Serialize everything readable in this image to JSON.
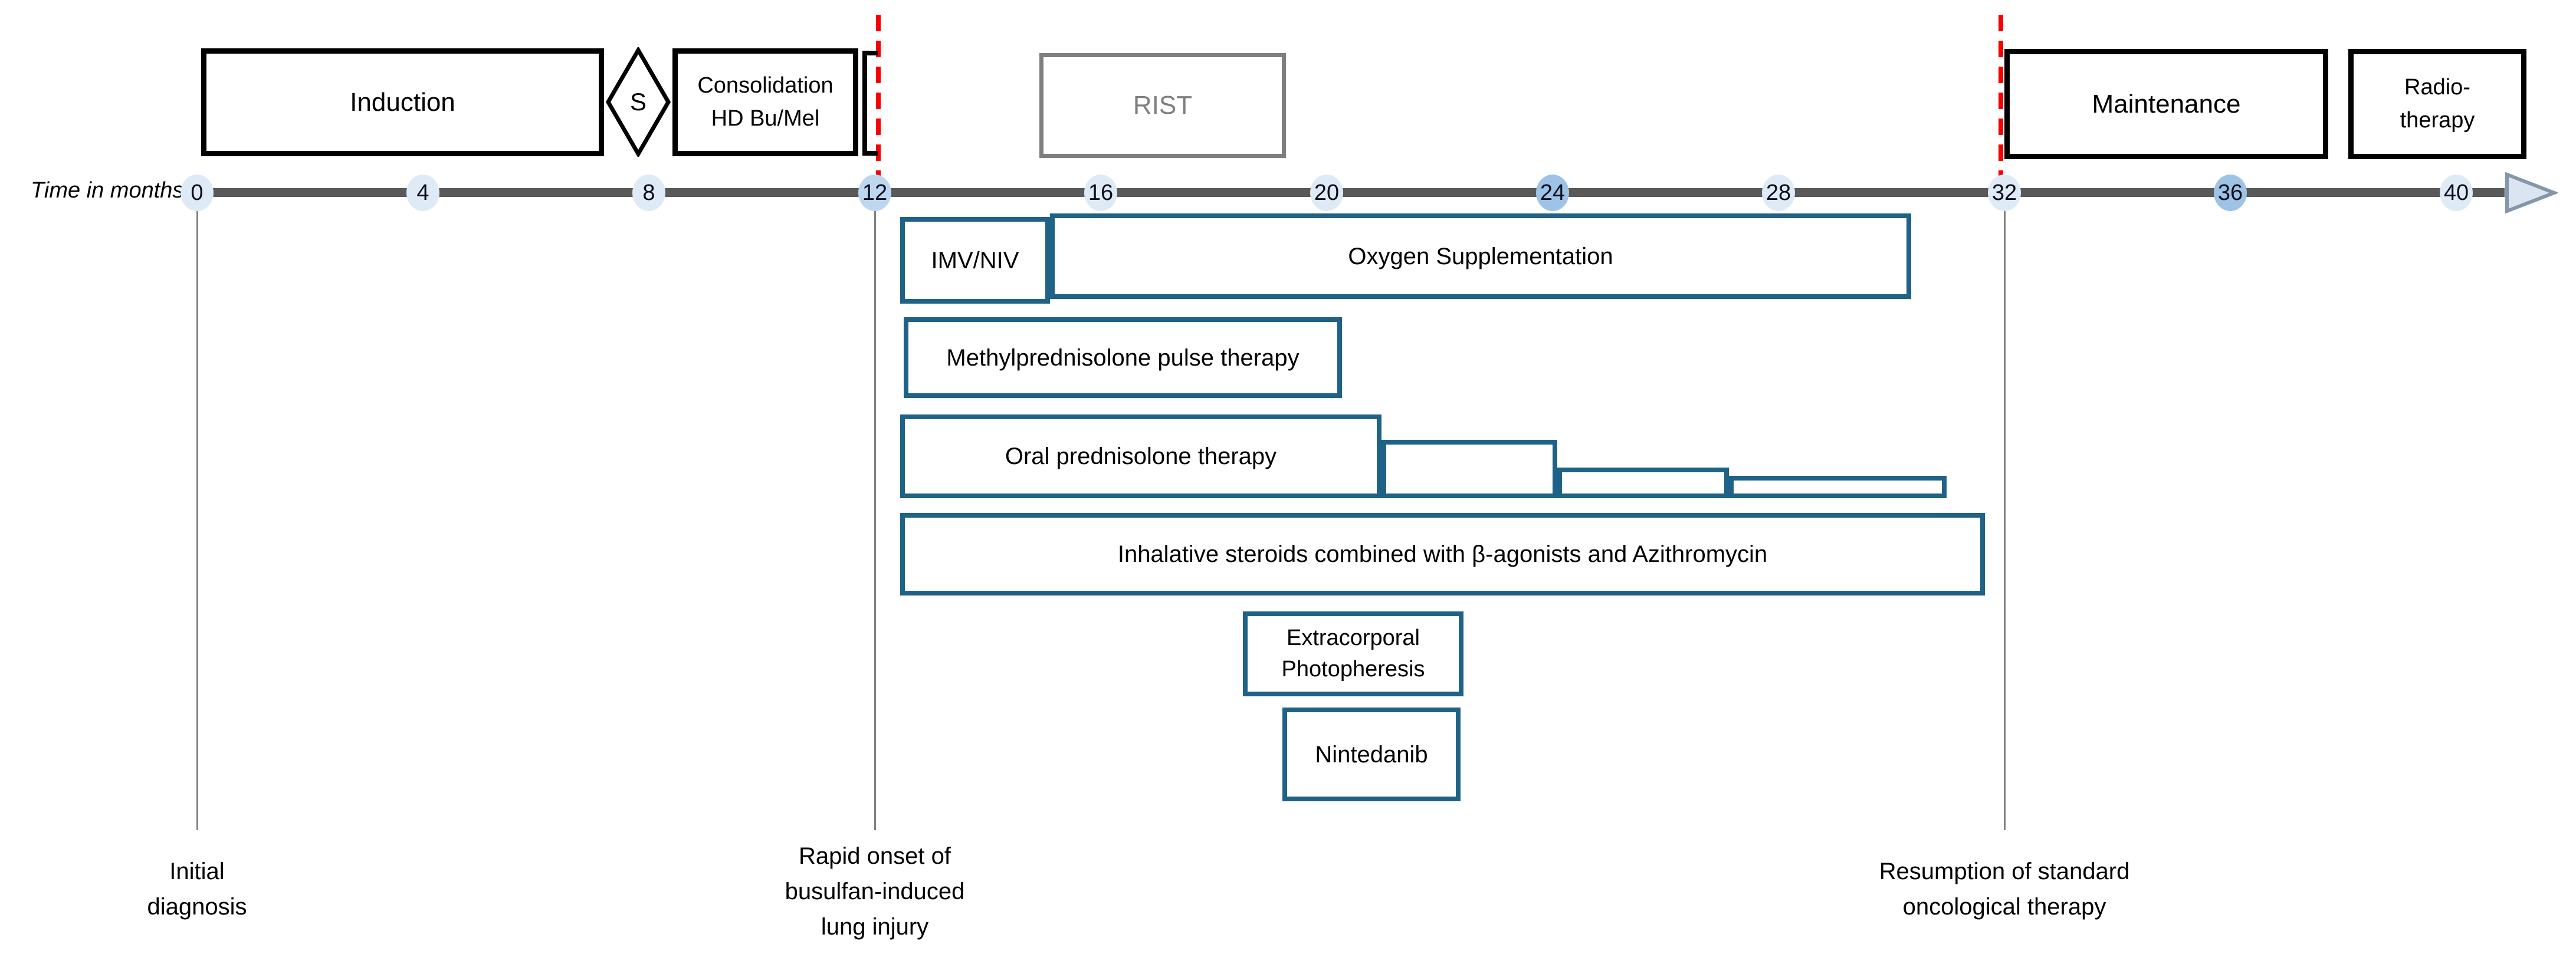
{
  "axis": {
    "label": "Time in months",
    "ticks": [
      {
        "value": "0",
        "color": "#DEEAF6"
      },
      {
        "value": "4",
        "color": "#DEEAF6"
      },
      {
        "value": "8",
        "color": "#DEEAF6"
      },
      {
        "value": "12",
        "color": "#BDD7EE"
      },
      {
        "value": "16",
        "color": "#DEEAF6"
      },
      {
        "value": "20",
        "color": "#DEEAF6"
      },
      {
        "value": "24",
        "color": "#9DC3E6"
      },
      {
        "value": "28",
        "color": "#DEEAF6"
      },
      {
        "value": "32",
        "color": "#DEEAF6"
      },
      {
        "value": "36",
        "color": "#9DC3E6"
      },
      {
        "value": "40",
        "color": "#DEEAF6"
      }
    ]
  },
  "phases": {
    "induction": "Induction",
    "surgery": "S",
    "consolidation": "Consolidation\nHD Bu/Mel",
    "rist": "RIST",
    "maintenance": "Maintenance",
    "radiotherapy": "Radio-\ntherapy"
  },
  "treatments": {
    "imv_niv": "IMV/NIV",
    "oxygen": "Oxygen Supplementation",
    "methylprednisolone": "Methylprednisolone pulse therapy",
    "oral_prednisolone": "Oral prednisolone therapy",
    "inhalative": "Inhalative steroids combined with β-agonists and Azithromycin",
    "photopheresis": "Extracorporal\nPhotopheresis",
    "nintedanib": "Nintedanib"
  },
  "events": {
    "initial_diagnosis": "Initial\ndiagnosis",
    "lung_injury": "Rapid onset of\nbusulfan-induced\nlung injury",
    "resumption": "Resumption of standard\noncological therapy"
  },
  "colors": {
    "bar_border": "#1F6287",
    "axis_line": "#595959",
    "tick_light": "#DEEAF6",
    "tick_medium": "#BDD7EE",
    "tick_dark": "#9DC3E6",
    "red_marker": "#F80000",
    "rist_gray": "#7F7F7F",
    "event_line_gray": "#7F7F7F",
    "arrow_fill": "#DBE5F1",
    "arrow_border": "#8496A9",
    "phase_border": "#000000"
  }
}
